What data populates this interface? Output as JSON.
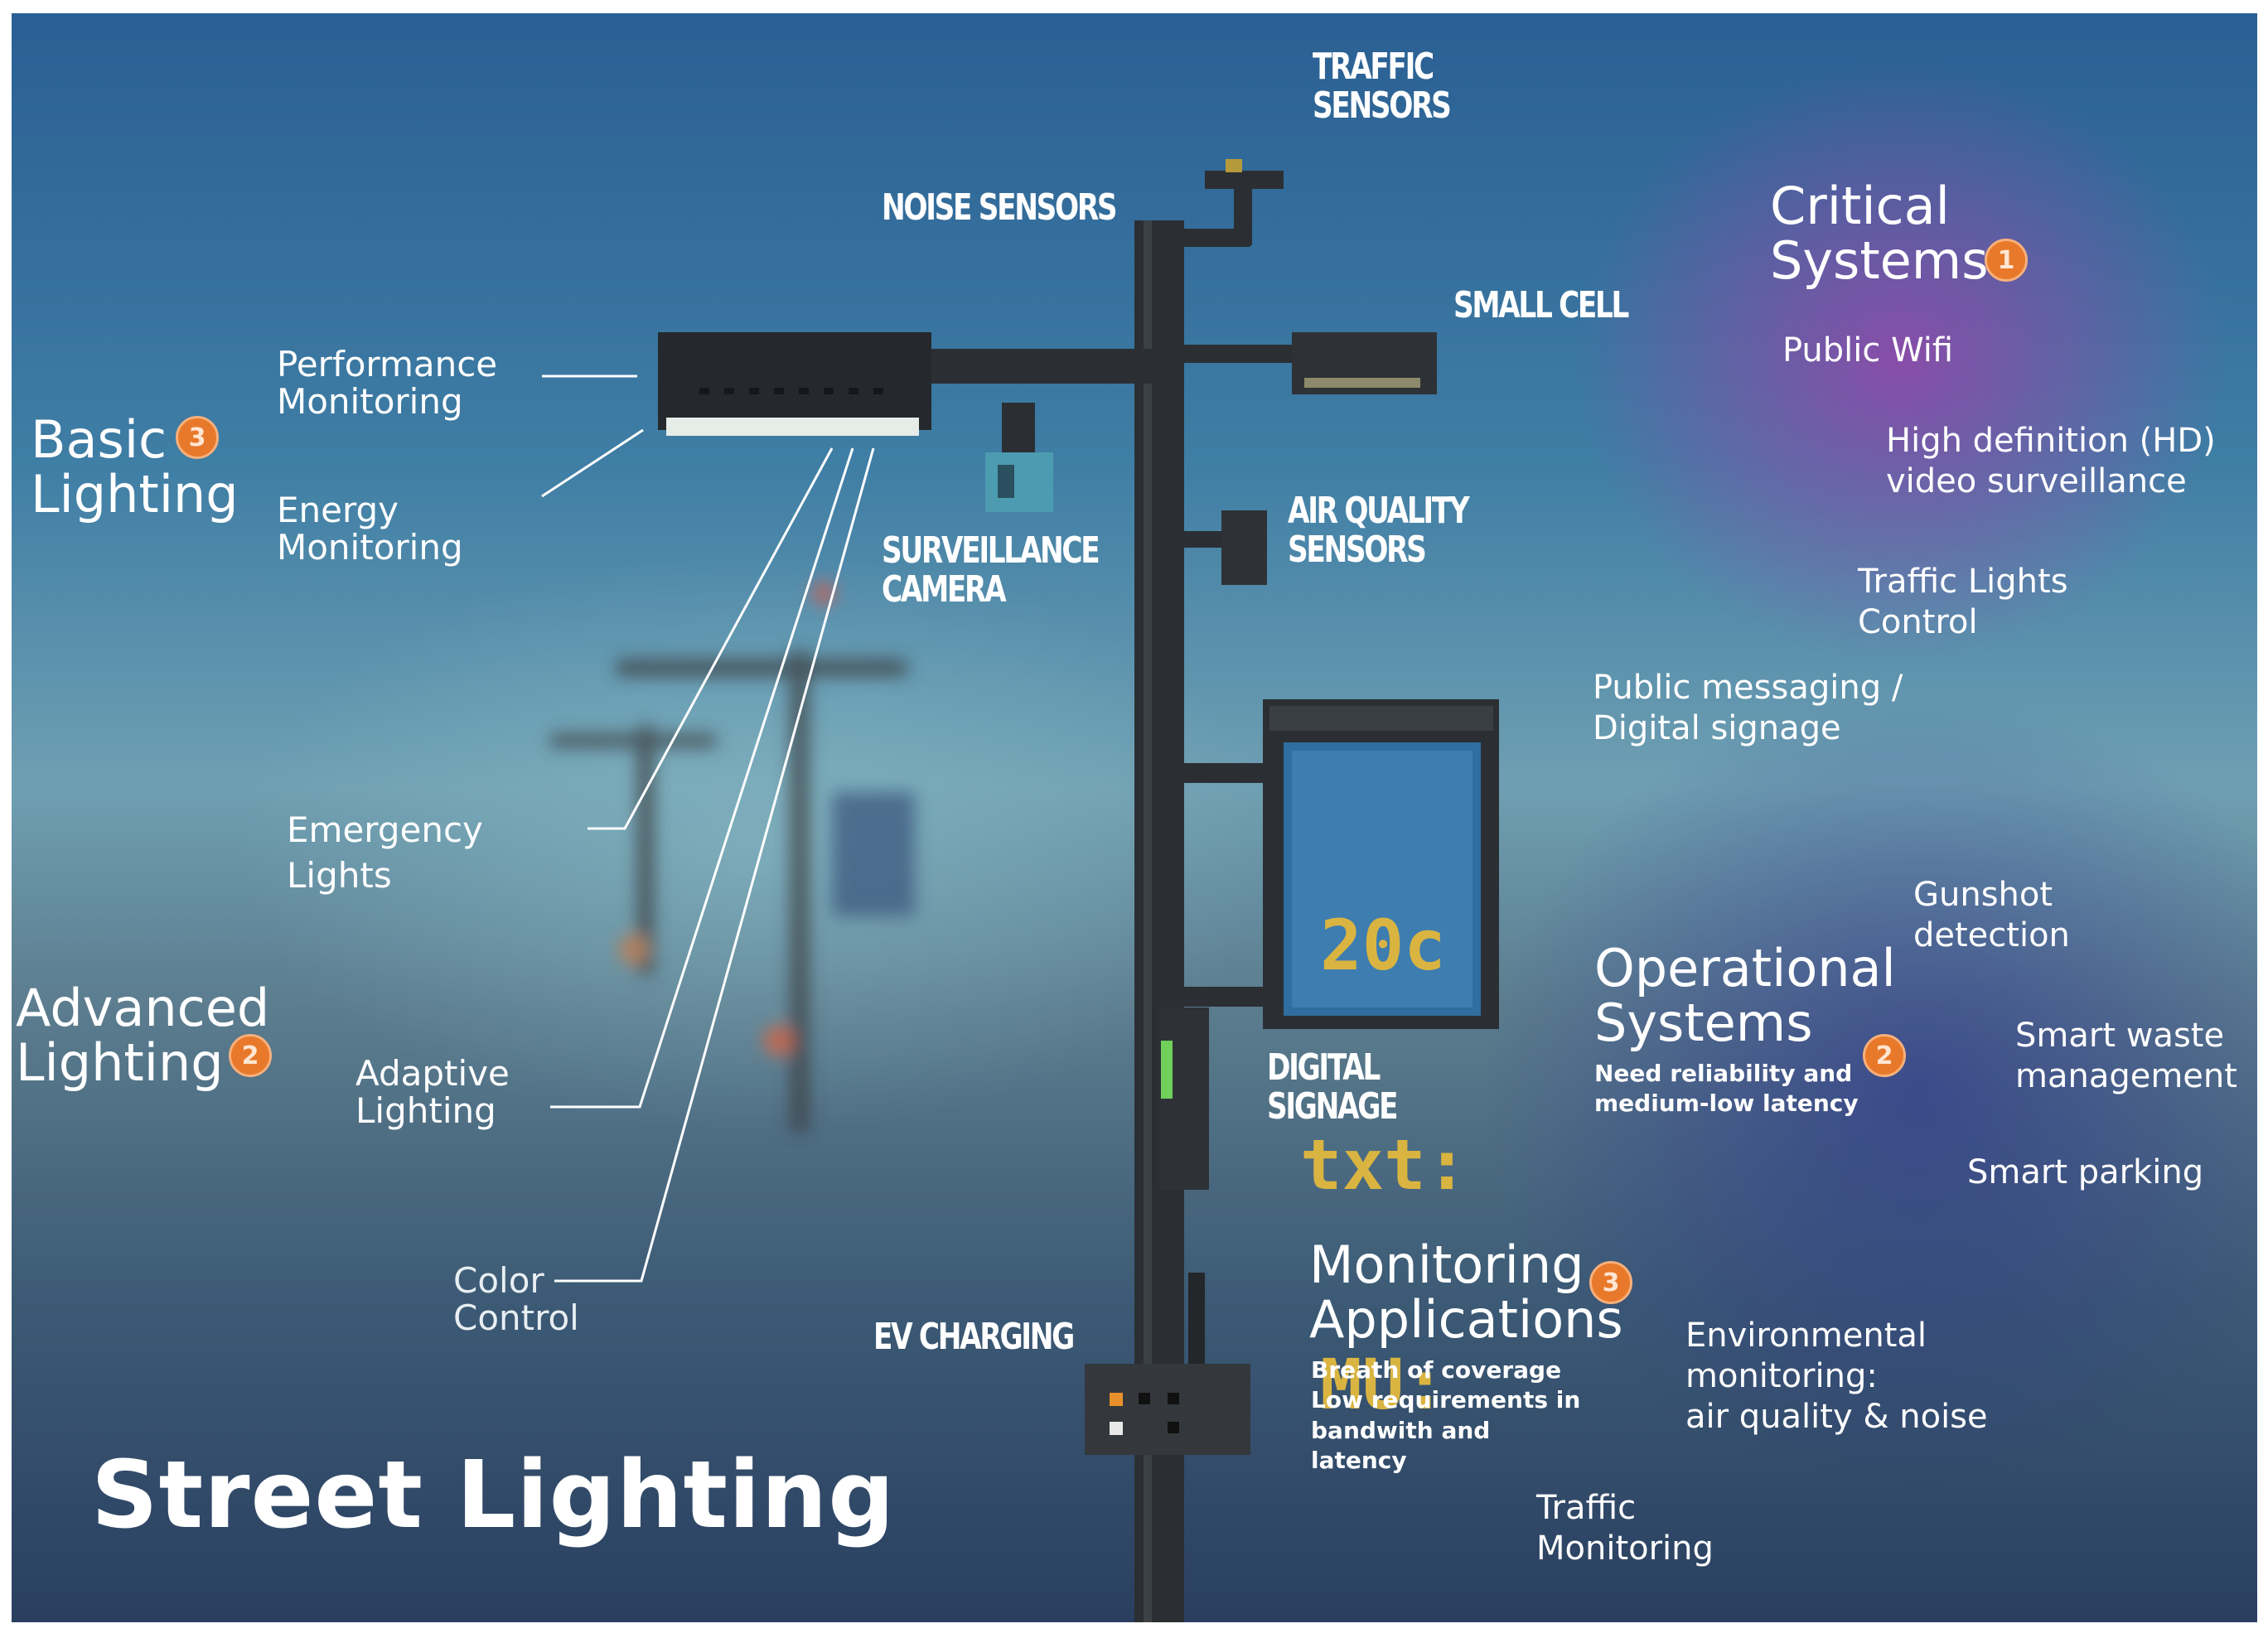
{
  "title": "Street Lighting",
  "lighting": {
    "basic": {
      "heading": "Basic\nLighting",
      "badge": "3"
    },
    "advanced": {
      "heading": "Advanced\nLighting",
      "badge": "2"
    },
    "performance_monitoring": "Performance\nMonitoring",
    "energy_monitoring": "Energy\nMonitoring",
    "emergency_lights": "Emergency\nLights",
    "adaptive_lighting": "Adaptive\nLighting",
    "color_control": "Color\nControl"
  },
  "pole_components": {
    "traffic_sensors": "Traffic\nSensors",
    "noise_sensors": "Noise sensors",
    "small_cell": "Small Cell",
    "air_quality_sensors": "Air quality\nsensors",
    "surveillance_camera": "Surveillance\ncamera",
    "digital_signage": "Digital\nsignage",
    "ev_charging": "EV charging"
  },
  "critical_systems": {
    "heading": "Critical\nSystems",
    "badge": "1",
    "items": [
      "Public Wifi",
      "High definition (HD)\nvideo surveillance",
      "Traffic Lights\nControl",
      "Public messaging /\nDigital signage"
    ]
  },
  "operational_systems": {
    "heading": "Operational\nSystems",
    "badge": "2",
    "note": "Need reliability and\nmedium-low latency",
    "items": [
      "Gunshot\ndetection",
      "Smart waste\nmanagement",
      "Smart parking"
    ]
  },
  "monitoring_applications": {
    "heading": "Monitoring\nApplications",
    "badge": "3",
    "note": "Breath of coverage\nLow requirements in\nbandwith and\nlatency",
    "items": [
      "Environmental\nmonitoring:\nair quality & noise",
      "Traffic\nMonitoring"
    ]
  },
  "signage_display": [
    "20c",
    "txt:",
    "MU:"
  ],
  "colors": {
    "badge": "#e8792b",
    "pole": "#2b2f33",
    "text": "#ffffff"
  }
}
